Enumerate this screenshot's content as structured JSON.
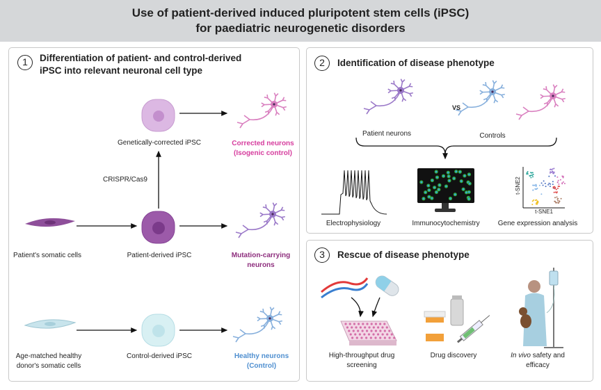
{
  "header": {
    "line1": "Use of patient-derived induced pluripotent stem cells (iPSC)",
    "line2": "for paediatric neurogenetic disorders"
  },
  "panel1": {
    "number": "1",
    "title_line1": "Differentiation of patient- and control-derived",
    "title_line2": "iPSC into relevant neuronal cell type",
    "corrected_ipsc": "Genetically-corrected iPSC",
    "crispr": "CRISPR/Cas9",
    "corrected_neurons_1": "Corrected neurons",
    "corrected_neurons_2": "(Isogenic control)",
    "patient_somatic": "Patient's somatic cells",
    "patient_ipsc": "Patient-derived iPSC",
    "mutation_neurons_1": "Mutation-carrying",
    "mutation_neurons_2": "neurons",
    "healthy_somatic_1": "Age-matched healthy",
    "healthy_somatic_2": "donor's somatic cells",
    "control_ipsc": "Control-derived iPSC",
    "healthy_neurons_1": "Healthy neurons",
    "healthy_neurons_2": "(Control)"
  },
  "panel2": {
    "number": "2",
    "title": "Identification of disease phenotype",
    "patient_neurons": "Patient neurons",
    "vs": "VS",
    "controls": "Controls",
    "electro": "Electrophysiology",
    "immuno": "Immunocytochemistry",
    "gene": "Gene expression analysis",
    "tsne1": "t-SNE1",
    "tsne2": "t-SNE2"
  },
  "panel3": {
    "number": "3",
    "title": "Rescue of disease phenotype",
    "hts_1": "High-throughput drug",
    "hts_2": "screening",
    "drug": "Drug discovery",
    "invivo_italic": "In vivo",
    "invivo_rest": " safety and",
    "invivo_2": "efficacy"
  },
  "colors": {
    "corrected": "#d63d9e",
    "mutation": "#8e2f7e",
    "healthy": "#4f8fd0",
    "neuron_pink": "#d97fbf",
    "neuron_purple": "#9a78c8",
    "neuron_blue": "#86afdc"
  }
}
